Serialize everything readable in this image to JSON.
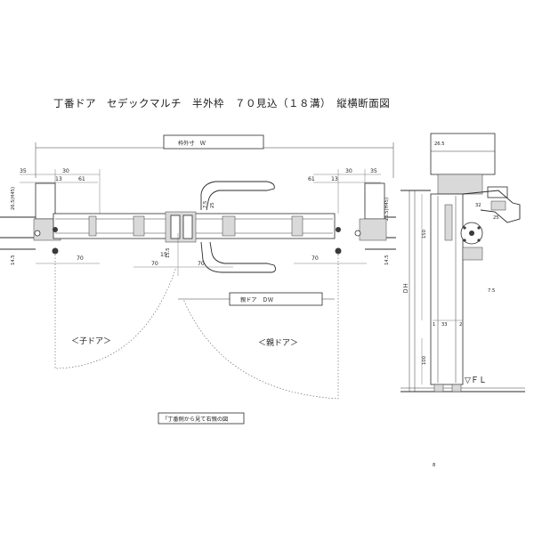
{
  "title": "丁番ドア　セデックマルチ　半外枠　７０見込（１８溝）　縦横断面図",
  "plan": {
    "frame_width_label": "枠外寸　Ｗ",
    "dims_top": [
      "35",
      "30",
      "13",
      "61",
      "61",
      "13",
      "30",
      "35"
    ],
    "dims_bottom": [
      "70",
      "70",
      "15",
      "70",
      "70"
    ],
    "dim_center_left": "15.5",
    "dims_small": [
      "7.5",
      "25"
    ],
    "dims_vertical_left": [
      "26.5(H45)",
      "14.5"
    ],
    "dims_vertical_right": [
      "26.5(H45)",
      "14.5"
    ],
    "parent_door_width_label": "親ドア　ＤＷ",
    "child_door": "＜子ドア＞",
    "parent_door": "＜親ドア＞",
    "note": "「丁番側から見て右親の図"
  },
  "section": {
    "dims": [
      "26.5",
      "32",
      "25",
      "150",
      "100",
      "1",
      "33",
      "2",
      "8",
      "7.5"
    ],
    "height_label": "ＤＨ",
    "floor_label": "▽ＦＬ"
  }
}
